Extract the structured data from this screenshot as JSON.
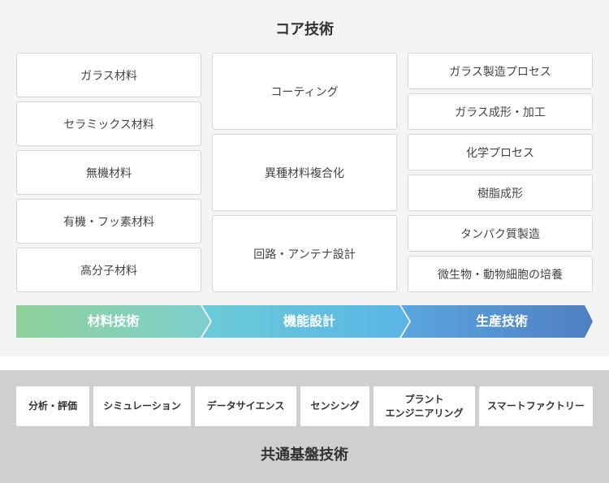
{
  "core": {
    "title": "コア技術",
    "columns": [
      {
        "items": [
          "ガラス材料",
          "セラミックス材料",
          "無機材料",
          "有機・フッ素材料",
          "高分子材料"
        ]
      },
      {
        "items": [
          "コーティング",
          "異種材料複合化",
          "回路・アンテナ設計"
        ]
      },
      {
        "items": [
          "ガラス製造プロセス",
          "ガラス成形・加工",
          "化学プロセス",
          "樹脂成形",
          "タンパク質製造",
          "微生物・動物細胞の培養"
        ]
      }
    ],
    "arrows": [
      {
        "label": "材料技術",
        "color_start": "#8fd19a",
        "color_end": "#7dcfcf"
      },
      {
        "label": "機能設計",
        "color_start": "#6ccbd8",
        "color_end": "#5ab4e6"
      },
      {
        "label": "生産技術",
        "color_start": "#5aa6df",
        "color_end": "#4f7fc4"
      }
    ]
  },
  "base": {
    "title": "共通基盤技術",
    "items": [
      "分析・評価",
      "シミュレーション",
      "データサイエンス",
      "センシング",
      "プラント\nエンジニアリング",
      "スマートファクトリー"
    ]
  }
}
